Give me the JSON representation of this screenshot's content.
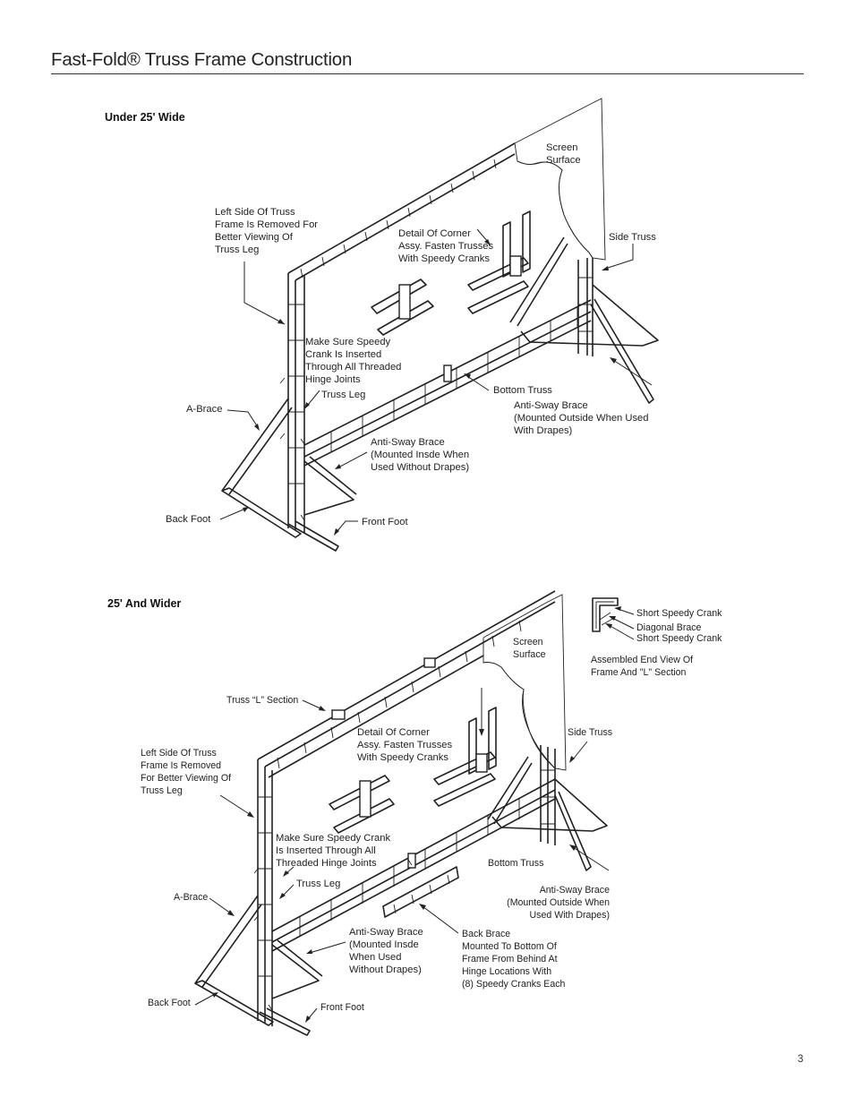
{
  "page": {
    "title": "Fast-Fold® Truss Frame Construction",
    "page_number": "3"
  },
  "figure1": {
    "heading": "Under 25' Wide",
    "labels": {
      "screen_surface": "Screen\nSurface",
      "left_side_removed": "Left Side Of Truss\nFrame Is Removed For\nBetter Viewing Of\nTruss Leg",
      "detail_corner": "Detail Of Corner\nAssy. Fasten Trusses\nWith Speedy Cranks",
      "side_truss": "Side Truss",
      "make_sure_crank": "Make Sure Speedy\nCrank Is Inserted\nThrough All Threaded\nHinge Joints",
      "truss_leg": "Truss Leg",
      "bottom_truss": "Bottom Truss",
      "a_brace": "A-Brace",
      "anti_sway_outside": "Anti-Sway Brace\n(Mounted Outside When Used\nWith Drapes)",
      "anti_sway_inside": "Anti-Sway Brace\n(Mounted Insde When\nUsed Without Drapes)",
      "back_foot": "Back Foot",
      "front_foot": "Front Foot"
    }
  },
  "figure2": {
    "heading": "25' And Wider",
    "labels": {
      "short_crank_1": "Short Speedy Crank",
      "diagonal_brace": "Diagonal Brace",
      "short_crank_2": "Short Speedy Crank",
      "assembled_end_view": "Assembled End View Of\nFrame And \"L\" Section",
      "screen_surface": "Screen\nSurface",
      "truss_l_section": "Truss “L” Section",
      "detail_corner": "Detail Of Corner\nAssy. Fasten Trusses\nWith Speedy Cranks",
      "side_truss": "Side Truss",
      "left_side_removed": "Left Side Of Truss\nFrame Is Removed\nFor Better Viewing Of\nTruss Leg",
      "make_sure_crank": "Make Sure Speedy Crank\nIs Inserted Through All\nThreaded Hinge Joints",
      "bottom_truss": "Bottom Truss",
      "a_brace": "A-Brace",
      "truss_leg": "Truss Leg",
      "anti_sway_outside": "Anti-Sway Brace\n(Mounted Outside When\nUsed With Drapes)",
      "anti_sway_inside": "Anti-Sway Brace\n(Mounted Insde\nWhen Used\nWithout Drapes)",
      "back_brace": "Back Brace\nMounted To Bottom Of\nFrame From Behind At\nHinge Locations With\n(8) Speedy Cranks Each",
      "back_foot": "Back Foot",
      "front_foot": "Front Foot"
    }
  }
}
